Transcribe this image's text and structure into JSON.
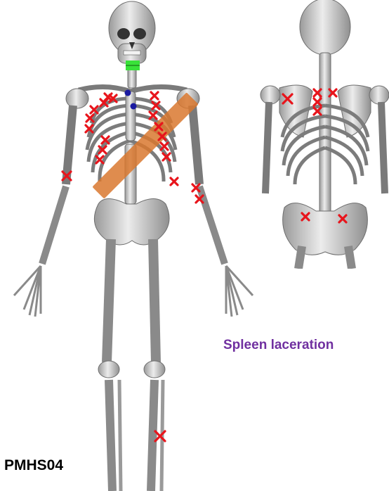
{
  "labels": {
    "specimen_id": "PMHS04",
    "injury_note": "Spleen laceration"
  },
  "colors": {
    "bone": "#dcdcdc",
    "bone_shade": "#8d8d8d",
    "fracture_marker": "#e8141b",
    "belt_band": "#d9782f",
    "cervical_marker": "#39e239",
    "point_marker": "#1a1aa0",
    "injury_text": "#7030a0"
  },
  "markers": {
    "fracture_symbol": "x",
    "point_symbol": "dot",
    "vertebra_symbol": "rectangle"
  }
}
